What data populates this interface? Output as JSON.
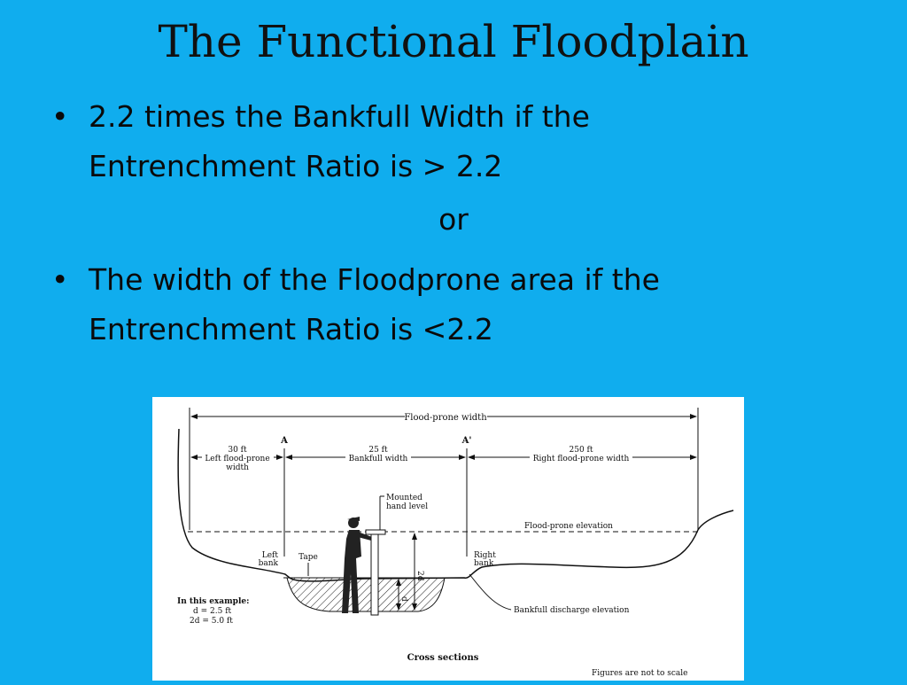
{
  "slide": {
    "title": "The Functional Floodplain",
    "bullets": [
      {
        "line1": "2.2 times the Bankfull Width if the",
        "line2": "Entrenchment Ratio is > 2.2"
      },
      {
        "line1": "The width of the Floodprone area if the",
        "line2": "Entrenchment Ratio is <2.2"
      }
    ],
    "connector": "or"
  },
  "figure": {
    "flood_prone_width": "Flood-prone width",
    "point_a": "A",
    "point_a_prime": "A'",
    "left_width_value": "30 ft",
    "left_width_label1": "Left flood-prone",
    "left_width_label2": "width",
    "bankfull_value": "25 ft",
    "bankfull_label": "Bankfull width",
    "right_width_value": "250 ft",
    "right_width_label": "Right flood-prone width",
    "mounted1": "Mounted",
    "mounted2": "hand level",
    "flood_prone_elevation": "Flood-prone elevation",
    "left_bank1": "Left",
    "left_bank2": "bank",
    "tape": "Tape",
    "right_bank1": "Right",
    "right_bank2": "bank",
    "label_2d": "2d",
    "label_d": "d",
    "example_title": "In this example:",
    "example_d": "d = 2.5 ft",
    "example_2d": "2d = 5.0 ft",
    "bankfull_discharge": "Bankfull discharge elevation",
    "caption": "Cross sections",
    "note": "Figures are not to scale"
  }
}
